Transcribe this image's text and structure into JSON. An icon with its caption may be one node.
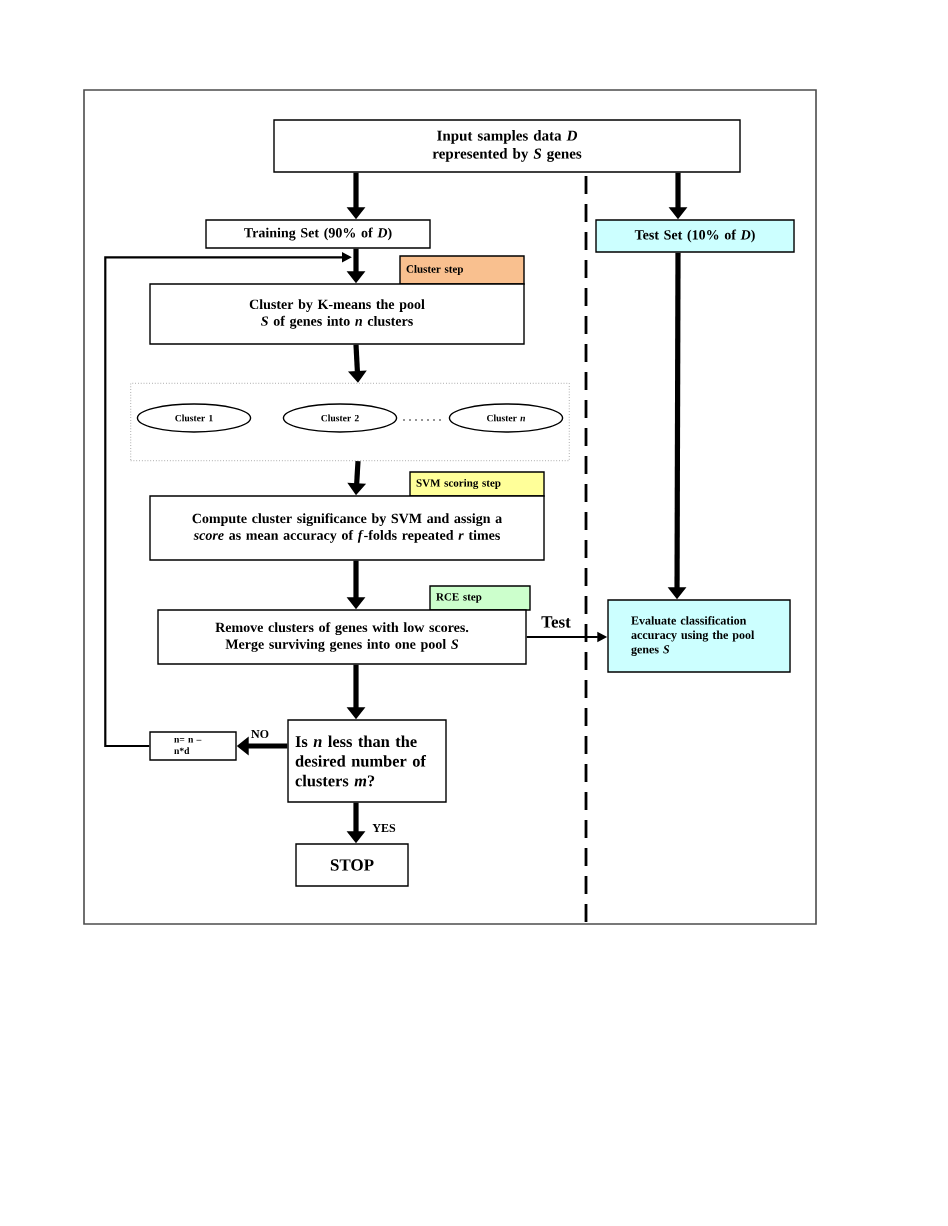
{
  "diagram": {
    "nodes": [
      {
        "text": [
          "Input samples data *D* represented by *S* genes"
        ]
      },
      {
        "text": [
          "Training Set (90% of *D*)"
        ]
      },
      {
        "text": [
          "Test Set (10% of *D*)"
        ]
      },
      {
        "text": [
          "Cluster step"
        ]
      },
      {
        "text": [
          "Cluster by K-means the pool *S* of genes into *n* clusters"
        ]
      },
      {
        "text": [],
        "shape": "box"
      },
      {
        "text": [
          "Cluster 1"
        ],
        "in": 5
      },
      {
        "text": [
          "Cluster 2"
        ],
        "in": 5
      },
      {
        "text": [
          "Cluster *n*"
        ],
        "in": 5
      },
      {
        "text": [
          "SVM scoring step"
        ]
      },
      {
        "text": [
          "Compute cluster significance by SVM and assign a *score* as mean accuracy of *f*-folds repeated *r* times"
        ]
      },
      {
        "text": [
          "RCE step"
        ]
      },
      {
        "text": [
          "Remove clusters of genes with low scores. Merge surviving genes into one pool *S*"
        ]
      },
      {
        "text": [
          "Evaluate classification accuracy using the pool genes *S*"
        ]
      },
      {
        "text": [
          "Is *n* less than the desired number of clusters *m*?"
        ]
      },
      {
        "text": [
          "n= n – n*d"
        ]
      },
      {
        "text": [
          "STOP"
        ]
      }
    ],
    "edges": [
      {
        "from": 0,
        "to": 1,
        "arrow": "to"
      },
      {
        "from": 0,
        "to": 2,
        "arrow": "to"
      },
      {
        "from": 1,
        "to": 4,
        "arrow": "to"
      },
      {
        "from": 4,
        "to": 5,
        "arrow": "to"
      },
      {
        "from": 5,
        "to": 10,
        "arrow": "to"
      },
      {
        "from": 10,
        "to": 12,
        "arrow": "to"
      },
      {
        "from": 12,
        "to": 14,
        "arrow": "to"
      },
      {
        "from": 14,
        "to": 15,
        "arrow": "to",
        "label": "NO"
      },
      {
        "from": 14,
        "to": 16,
        "arrow": "to",
        "label": "YES"
      },
      {
        "from": 15,
        "to": 4,
        "arrow": "to"
      },
      {
        "from": 2,
        "to": 13,
        "arrow": "to"
      },
      {
        "from": 12,
        "to": 13,
        "arrow": "to",
        "label": "Test"
      }
    ]
  }
}
